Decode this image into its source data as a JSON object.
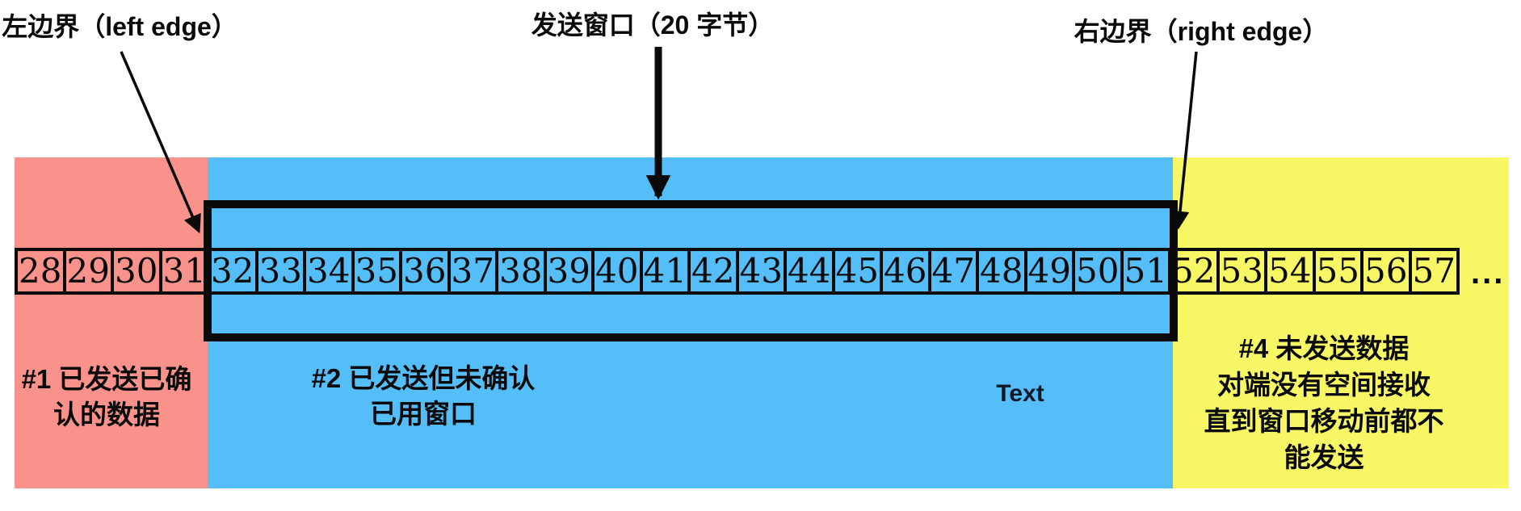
{
  "diagram": {
    "title_annotations": {
      "left_edge": "左边界（left edge）",
      "send_window": "发送窗口（20 字节）",
      "right_edge": "右边界（right edge）"
    },
    "sequence": {
      "ellipsis": "...",
      "cells": {
        "acked": [
          28,
          29,
          30,
          31
        ],
        "window": [
          32,
          33,
          34,
          35,
          36,
          37,
          38,
          39,
          40,
          41,
          42,
          43,
          44,
          45,
          46,
          47,
          48,
          49,
          50,
          51
        ],
        "unsent": [
          52,
          53,
          54,
          55,
          56,
          57
        ]
      }
    },
    "regions": {
      "acked": {
        "color": "#F8928B",
        "label_lines": [
          "#1 已发送已确",
          "认的数据"
        ]
      },
      "window": {
        "color": "#55BEF8",
        "label_lines": [
          "#2 已发送但未确认",
          "已用窗口"
        ],
        "placeholder_label": "Text"
      },
      "unsent": {
        "color": "#F7F765",
        "label_lines": [
          "#4 未发送数据",
          "对端没有空间接收",
          "直到窗口移动前都不",
          "能发送"
        ]
      }
    },
    "colors": {
      "outline": "#0a0a0a",
      "placeholder_text": "#111827"
    }
  }
}
